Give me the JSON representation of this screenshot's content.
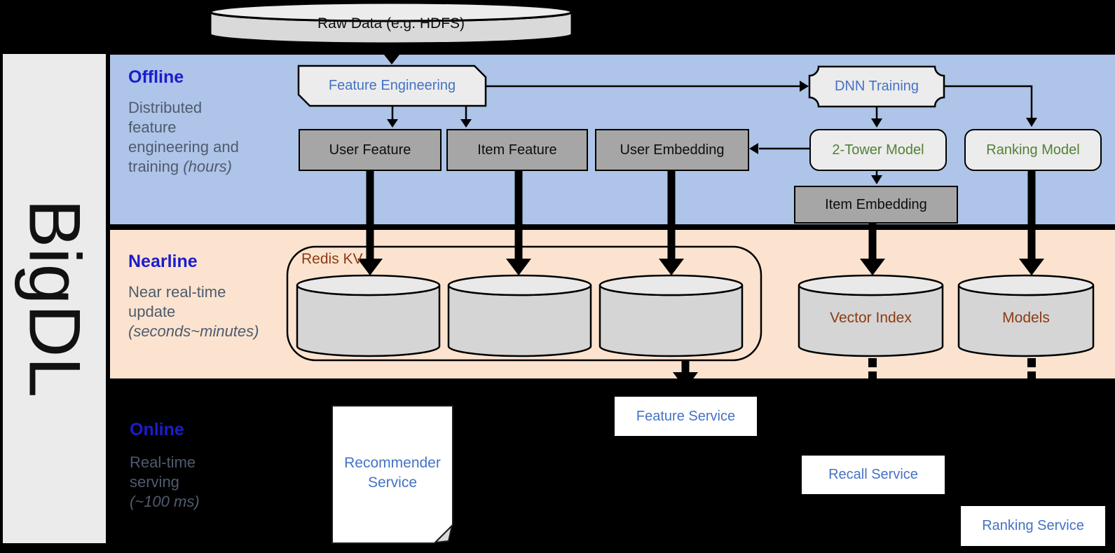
{
  "sidebar": {
    "label": "BigDL"
  },
  "sections": {
    "offline": {
      "title": "Offline",
      "subtitle_main": "Distributed\nfeature\nengineering and\ntraining ",
      "subtitle_em": "(hours)"
    },
    "nearline": {
      "title": "Nearline",
      "subtitle_main": "Near real-time\nupdate\n",
      "subtitle_em": "(seconds~minutes)"
    },
    "online": {
      "title": "Online",
      "subtitle_main": "Real-time\nserving\n",
      "subtitle_em": "(~100 ms)"
    }
  },
  "nodes": {
    "raw_data": "Raw Data (e.g. HDFS)",
    "feature_engineering": "Feature Engineering",
    "user_feature": "User Feature",
    "item_feature": "Item Feature",
    "user_embedding": "User Embedding",
    "dnn_training": "DNN Training",
    "two_tower_model": "2-Tower Model",
    "ranking_model": "Ranking Model",
    "item_embedding": "Item Embedding",
    "redis_kv": "Redis KV",
    "vector_index": "Vector Index",
    "models": "Models",
    "recommender_service": "Recommender Service",
    "feature_service": "Feature Service",
    "recall_service": "Recall Service",
    "ranking_service": "Ranking Service"
  },
  "colors": {
    "band-offline": "#aec4e8",
    "band-nearline": "#fbe3cf",
    "sidebar-bg": "#ebebeb",
    "heading-blue": "#1c1ccd",
    "subtitle-gray": "#4f5b6e",
    "node-blue": "#4472c4",
    "node-green": "#538135",
    "node-brown": "#8c3b12",
    "box-dark": "#a6a6a6",
    "box-light": "#ececec",
    "cylinder-fill": "#d5d5d5",
    "cylinder-top": "#e9e9e9",
    "service-bg": "#ffffff",
    "stage-bg": "#000000"
  }
}
